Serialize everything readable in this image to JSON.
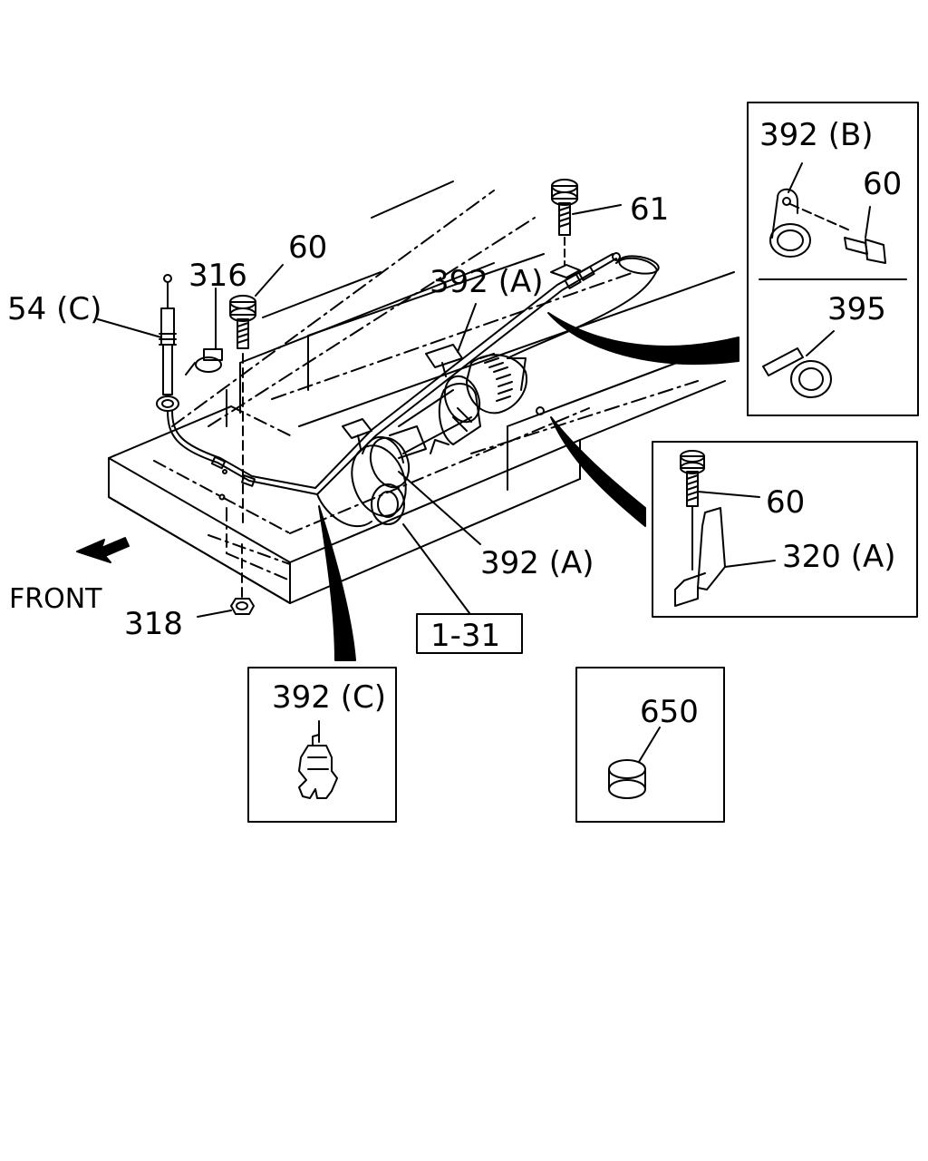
{
  "labels": {
    "part_54c": "54 (C)",
    "part_316": "316",
    "part_60_top": "60",
    "part_61": "61",
    "part_392a_top": "392 (A)",
    "part_392a_bottom": "392 (A)",
    "part_318": "318",
    "front": "FRONT",
    "ref_1_31": "1-31"
  },
  "inset_b": {
    "label_392b": "392 (B)",
    "label_60": "60",
    "label_395": "395"
  },
  "inset_a": {
    "label_60": "60",
    "label_320a": "320 (A)"
  },
  "inset_c": {
    "label_392c": "392 (C)"
  },
  "inset_650": {
    "label_650": "650"
  }
}
